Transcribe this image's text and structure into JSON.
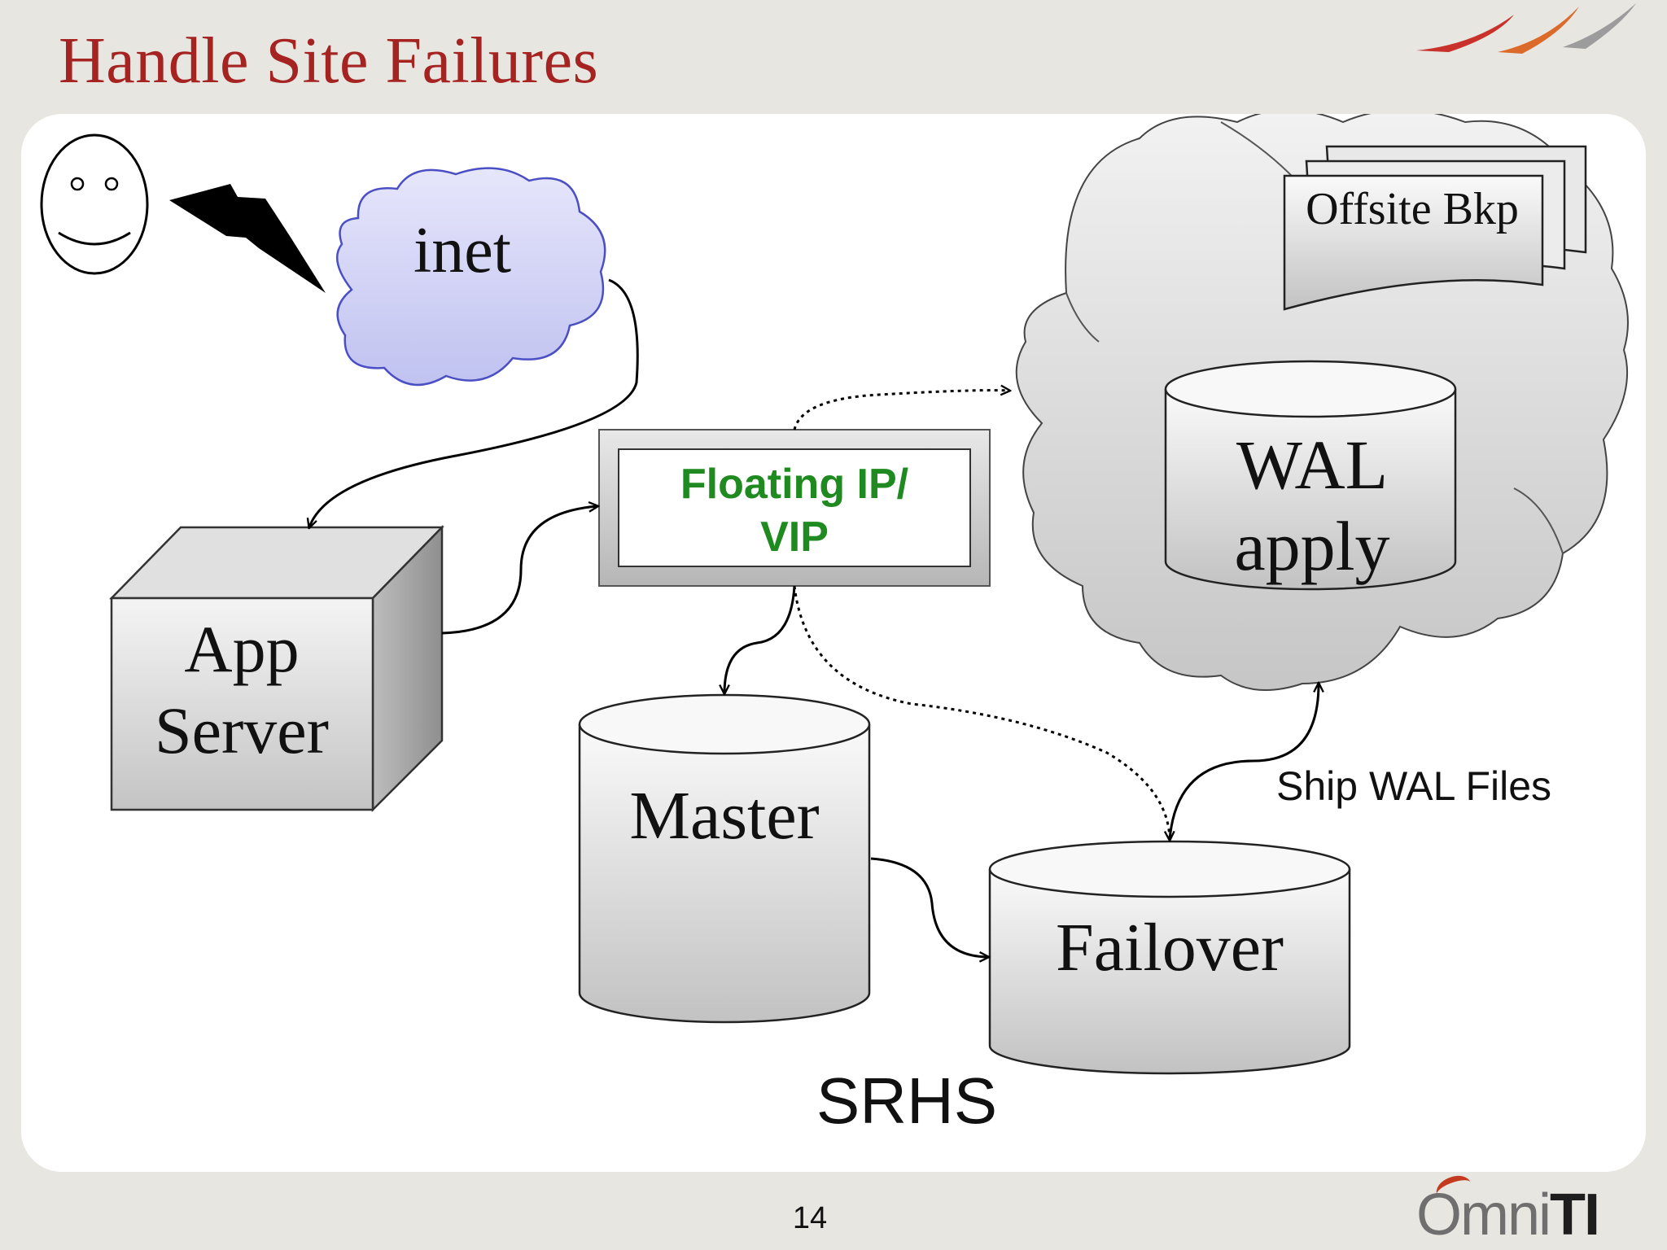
{
  "slide": {
    "title": "Handle Site Failures",
    "page_number": "14",
    "logo_text_light": "mni",
    "logo_text_bold": "TI",
    "logo_mark": "O"
  },
  "diagram": {
    "user": {
      "icon": "smiley-face-icon"
    },
    "lightning": {
      "icon": "lightning-bolt-icon"
    },
    "internet_cloud": {
      "label": "inet",
      "fill": "#d5d6f7",
      "stroke": "#5457c6"
    },
    "app_server": {
      "line1": "App",
      "line2": "Server"
    },
    "floating_ip": {
      "line1": "Floating IP/",
      "line2": "VIP",
      "text_color": "#1f8a1f"
    },
    "master_db": {
      "label": "Master"
    },
    "failover_db": {
      "label": "Failover"
    },
    "offsite_cloud": {
      "backup_stack_label": "Offsite Bkp",
      "wal_apply_line1": "WAL",
      "wal_apply_line2": "apply"
    },
    "ship_wal_label": "Ship WAL Files",
    "site_label": "SRHS"
  },
  "colors": {
    "title_red": "#a52421",
    "vip_green": "#1f8a1f",
    "background": "#e7e6e1"
  }
}
